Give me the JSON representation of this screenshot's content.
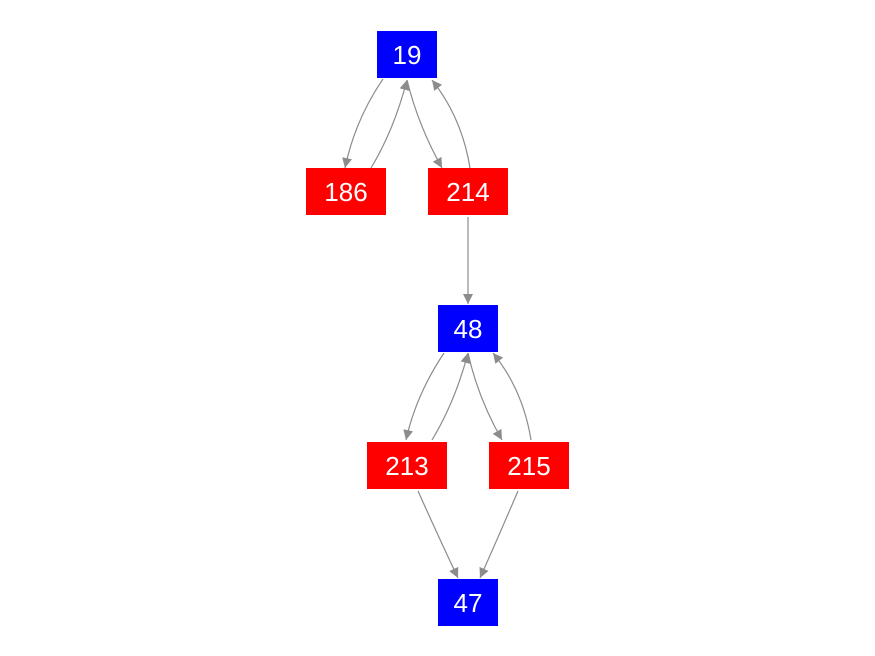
{
  "colors": {
    "blue_node": "#0000ff",
    "red_node": "#ff0000",
    "edge": "#8c8c8c",
    "label": "#ffffff"
  },
  "nodes": [
    {
      "id": "19",
      "label": "19",
      "color": "blue"
    },
    {
      "id": "186",
      "label": "186",
      "color": "red"
    },
    {
      "id": "214",
      "label": "214",
      "color": "red"
    },
    {
      "id": "48",
      "label": "48",
      "color": "blue"
    },
    {
      "id": "213",
      "label": "213",
      "color": "red"
    },
    {
      "id": "215",
      "label": "215",
      "color": "red"
    },
    {
      "id": "47",
      "label": "47",
      "color": "blue"
    }
  ],
  "edges": [
    {
      "from": "19",
      "to": "186"
    },
    {
      "from": "186",
      "to": "19"
    },
    {
      "from": "19",
      "to": "214"
    },
    {
      "from": "214",
      "to": "19"
    },
    {
      "from": "214",
      "to": "48"
    },
    {
      "from": "48",
      "to": "213"
    },
    {
      "from": "213",
      "to": "48"
    },
    {
      "from": "48",
      "to": "215"
    },
    {
      "from": "215",
      "to": "48"
    },
    {
      "from": "213",
      "to": "47"
    },
    {
      "from": "215",
      "to": "47"
    }
  ]
}
